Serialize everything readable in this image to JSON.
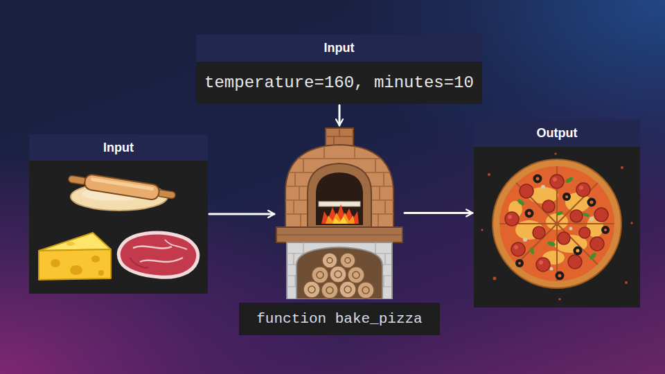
{
  "diagram": {
    "nodes": [
      {
        "text": [
          "Input",
          "temperature=160, minutes=10"
        ]
      },
      {
        "text": [
          "Input"
        ]
      },
      {
        "text": [
          "function bake_pizza"
        ]
      },
      {
        "text": [
          "Output"
        ]
      }
    ],
    "edges": [
      {
        "from": 0,
        "to": 2,
        "arrow": "to"
      },
      {
        "from": 1,
        "to": 2,
        "arrow": "to"
      },
      {
        "from": 2,
        "to": 3,
        "arrow": "to"
      }
    ]
  }
}
